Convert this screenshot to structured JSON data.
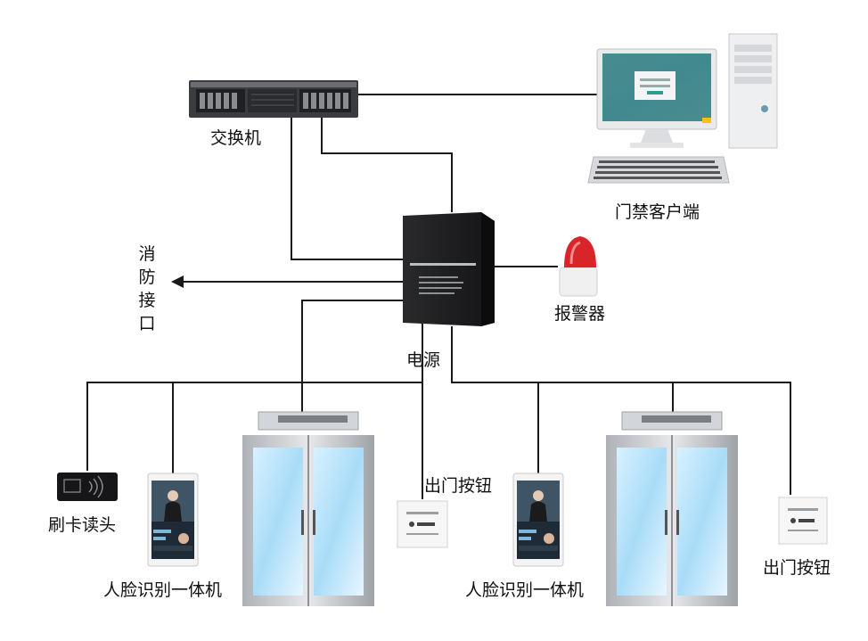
{
  "labels": {
    "switch": "交换机",
    "client": "门禁客户端",
    "fire": "消防接口",
    "alarm": "报警器",
    "power": "电源",
    "card_reader": "刷卡读头",
    "face_left": "人脸识别一体机",
    "face_right": "人脸识别一体机",
    "exit_btn_left": "出门按钮",
    "exit_btn_right": "出门按钮"
  },
  "colors": {
    "line": "#1a1a1a",
    "power_box": "#1c1c1e",
    "alarm_red": "#d9252a",
    "glass": "#bfe6fb",
    "frame": "#c9ccd0"
  }
}
